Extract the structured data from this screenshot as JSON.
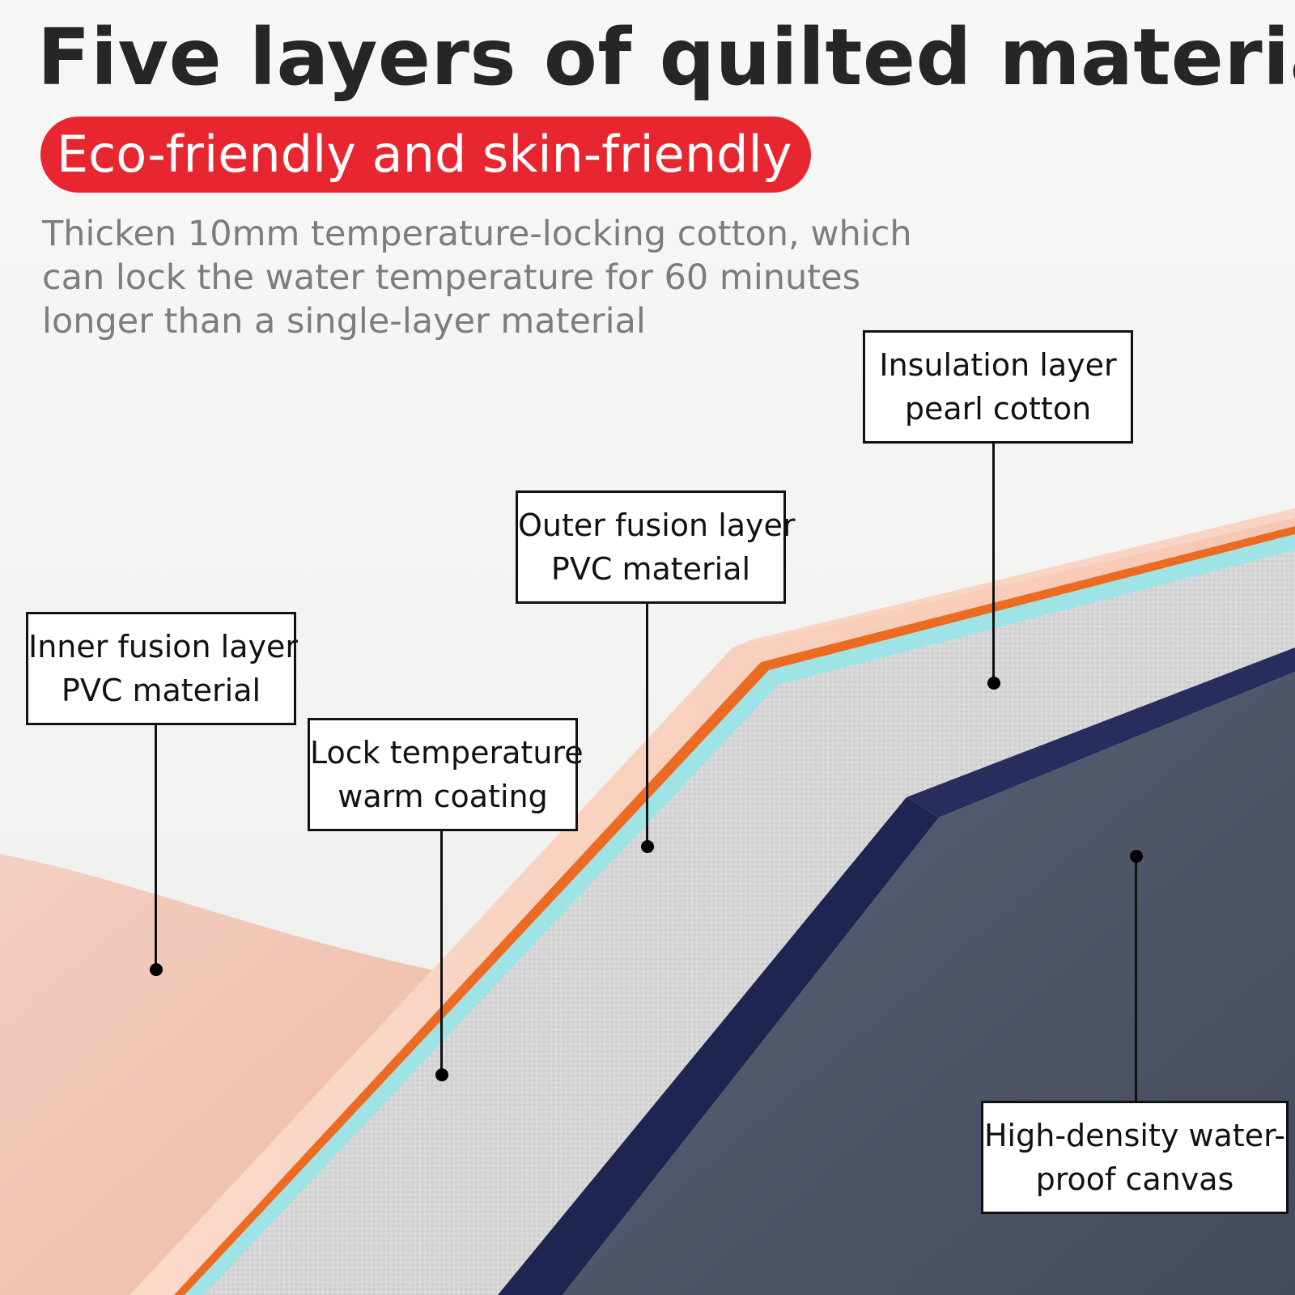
{
  "title": "Five layers of quilted material",
  "badge": "Eco-friendly and skin-friendly",
  "description": "Thicken 10mm temperature-locking cotton, which can lock the water temperature for 60 minutes longer than a single-layer material",
  "labels": {
    "insulation": {
      "line1": "Insulation layer",
      "line2": "pearl cotton"
    },
    "outer_fusion": {
      "line1": "Outer fusion layer",
      "line2": "PVC material"
    },
    "inner_fusion": {
      "line1": "Inner fusion layer",
      "line2": "PVC material"
    },
    "lock_temperature": {
      "line1": "Lock temperature",
      "line2": "warm coating"
    },
    "canvas": {
      "line1": "High-density water-",
      "line2": "proof canvas"
    }
  },
  "colors": {
    "badge_red": "#e8262f",
    "skin_pink": "#f2c9b8",
    "orange_stripe": "#ec6b22",
    "cyan_stripe": "#9ee3e6",
    "pearl_grey": "#d4d4d4",
    "navy": "#1f2551",
    "slate": "#505769"
  }
}
